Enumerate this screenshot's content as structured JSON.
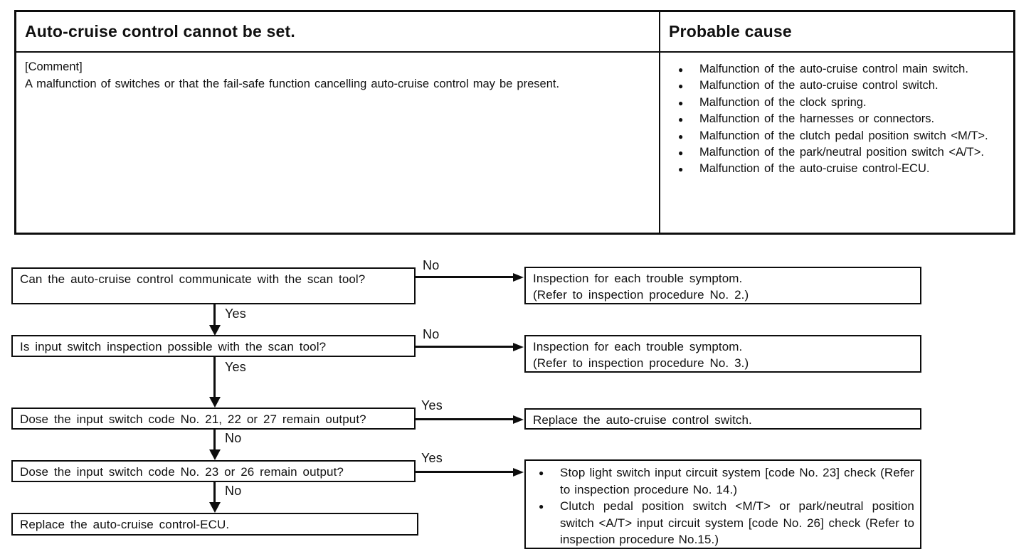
{
  "colors": {
    "ink": "#0d0d0d",
    "paper": "#ffffff"
  },
  "table": {
    "symptom_header": "Auto-cruise control cannot be set.",
    "cause_header": "Probable cause",
    "comment_label": "[Comment]",
    "comment_text": "A malfunction of switches or that the fail-safe function cancelling auto-cruise control may be present.",
    "causes": [
      "Malfunction of the auto-cruise control main switch.",
      "Malfunction of the auto-cruise control switch.",
      "Malfunction of the clock spring.",
      "Malfunction of the harnesses or connectors.",
      "Malfunction of the clutch pedal position switch <M/T>.",
      "Malfunction of the park/neutral position switch <A/T>.",
      "Malfunction of the auto-cruise control-ECU."
    ]
  },
  "flowchart": {
    "rows": [
      {
        "question": "Can the auto-cruise control communicate with the scan tool?",
        "branch": "No",
        "down": "Yes",
        "result_line1": "Inspection for each trouble symptom.",
        "result_line2": "(Refer to inspection procedure No. 2.)"
      },
      {
        "question": "Is input switch inspection possible with the scan tool?",
        "branch": "No",
        "down": "Yes",
        "result_line1": "Inspection for each trouble symptom.",
        "result_line2": "(Refer to inspection procedure No. 3.)"
      },
      {
        "question": "Dose the input switch code No. 21, 22 or 27 remain output?",
        "branch": "Yes",
        "down": "No",
        "result_line1": "Replace the auto-cruise control switch."
      },
      {
        "question": "Dose the input switch code No. 23 or 26 remain output?",
        "branch": "Yes",
        "down": "No",
        "result_bullets": [
          "Stop light switch input circuit system [code No. 23] check (Refer to inspection procedure No. 14.)",
          "Clutch pedal position switch <M/T> or park/neutral position switch <A/T> input circuit system [code No. 26] check (Refer to inspection procedure No.15.)"
        ]
      }
    ],
    "final": "Replace the auto-cruise control-ECU."
  }
}
